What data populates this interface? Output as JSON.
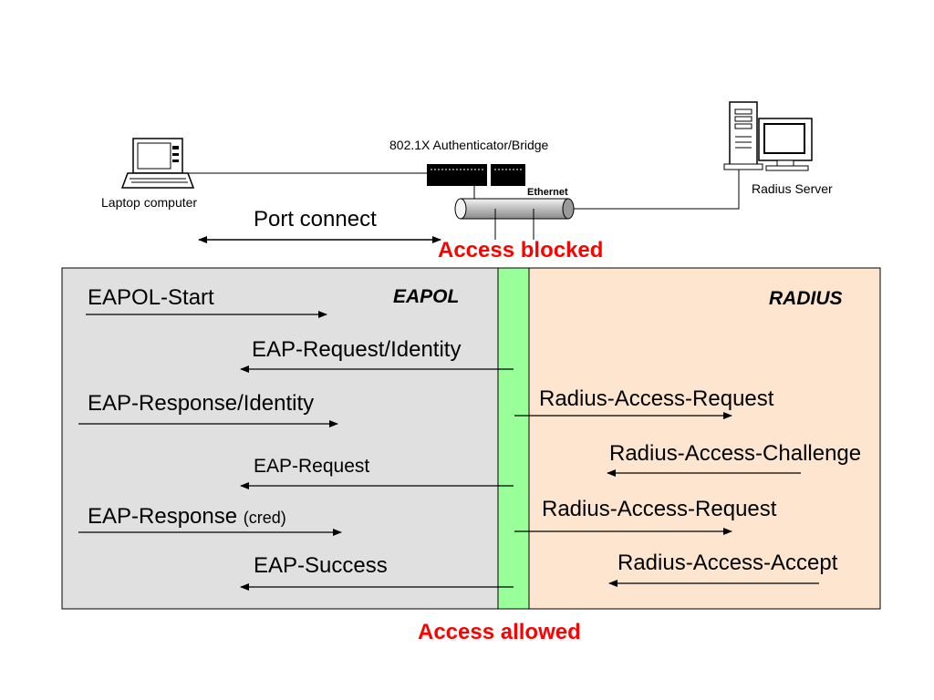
{
  "network": {
    "laptop_label": "Laptop computer",
    "authenticator_label": "802.1X Authenticator/Bridge",
    "ethernet_label": "Ethernet",
    "server_label": "Radius Server",
    "port_connect": "Port connect",
    "access_blocked": "Access blocked",
    "access_allowed": "Access allowed"
  },
  "panels": {
    "eapol_title": "EAPOL",
    "radius_title": "RADIUS",
    "colors": {
      "eapol_bg": "#e0e0e0",
      "radius_bg": "#fde5cf",
      "port_bar": "#99ff99",
      "status_red": "#ff0000"
    }
  },
  "eapol_messages": [
    {
      "text": "EAPOL-Start",
      "direction": "right"
    },
    {
      "text": "EAP-Request/Identity",
      "direction": "left"
    },
    {
      "text": "EAP-Response/Identity",
      "direction": "right"
    },
    {
      "text": "EAP-Request",
      "direction": "left"
    },
    {
      "text": "EAP-Response",
      "suffix": "(cred)",
      "direction": "right"
    },
    {
      "text": "EAP-Success",
      "direction": "left"
    }
  ],
  "radius_messages": [
    {
      "text": "Radius-Access-Request",
      "direction": "right"
    },
    {
      "text": "Radius-Access-Challenge",
      "direction": "left"
    },
    {
      "text": "Radius-Access-Request",
      "direction": "right"
    },
    {
      "text": "Radius-Access-Accept",
      "direction": "left"
    }
  ]
}
